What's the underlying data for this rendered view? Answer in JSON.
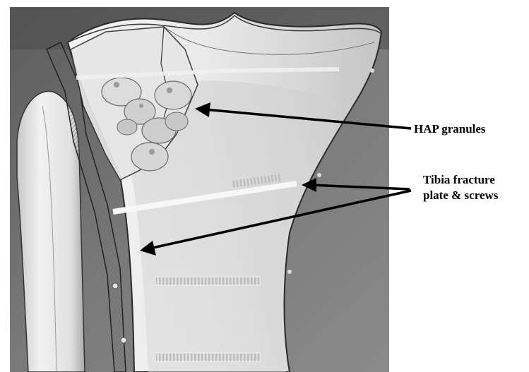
{
  "labels": {
    "hap_granules": "HAP granules",
    "tibia_line1": "Tibia fracture",
    "tibia_line2": "plate & screws"
  }
}
